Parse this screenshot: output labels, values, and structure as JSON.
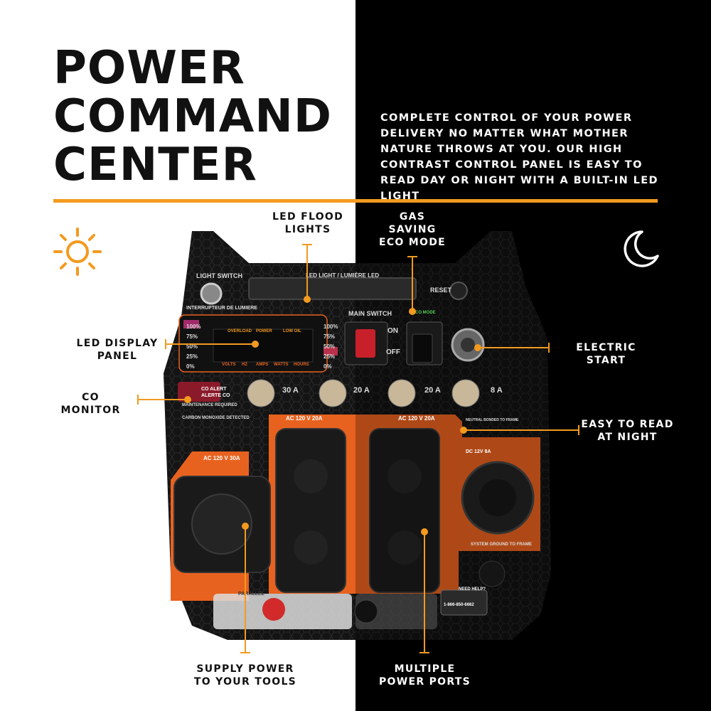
{
  "headline": [
    "POWER",
    "COMMAND",
    "CENTER"
  ],
  "description": "COMPLETE CONTROL OF YOUR POWER DELIVERY NO MATTER WHAT MOTHER NATURE THROWS AT YOU. OUR HIGH CONTRAST CONTROL PANEL IS EASY TO READ DAY OR NIGHT WITH A BUILT-IN LED LIGHT",
  "callouts": {
    "led_flood": "LED FLOOD LIGHTS",
    "gas_saving": "GAS SAVING ECO MODE",
    "led_display": "LED DISPLAY PANEL",
    "electric_start": "ELECTRIC START",
    "co_monitor": "CO MONITOR",
    "easy_read": "EASY TO READ AT NIGHT",
    "supply_power": "SUPPLY POWER TO YOUR TOOLS",
    "multiple_ports": "MULTIPLE POWER PORTS"
  },
  "panel": {
    "light_switch": "LIGHT SWITCH",
    "light_switch_fr": "INTERRUPTEUR DE LUMIERE",
    "led_light": "LED LIGHT / LUMIÈRE LED",
    "reset": "RESET",
    "main_switch": "MAIN SWITCH",
    "eco_mode": "ECO MODE",
    "on": "ON",
    "off": "OFF",
    "co_alert": "CO ALERT",
    "co_alert_fr": "ALERTE CO",
    "maintenance": "MAINTENANCE REQUIRED",
    "co_detected": "CARBON MONOXIDE DETECTED",
    "breakers": [
      "30 A",
      "20 A",
      "20 A",
      "8 A"
    ],
    "ac_30a": "AC 120 V 30A",
    "ac_20a_1": "AC 120 V 20A",
    "ac_20a_2": "AC 120 V 20A",
    "dc": "DC 12V  8A",
    "levels": [
      "100%",
      "75%",
      "50%",
      "25%",
      "0%"
    ],
    "overload": "OVERLOAD",
    "power": "POWER",
    "low_oil": "LOW OIL",
    "volts": "VOLTS",
    "hz": "HZ",
    "amps": "AMPS",
    "watts": "WATTS",
    "hours": "HOURS",
    "parallel": "PARALLEL",
    "need_help": "NEED HELP?",
    "phone": "1-866-850-6662",
    "neutral": "NEUTRAL BONDED TO FRAME",
    "system": "SYSTEM GROUND TO FRAME"
  },
  "colors": {
    "accent": "#f39a1f",
    "orange_panel": "#e8621f",
    "panel_dark": "#1c1c1c"
  }
}
